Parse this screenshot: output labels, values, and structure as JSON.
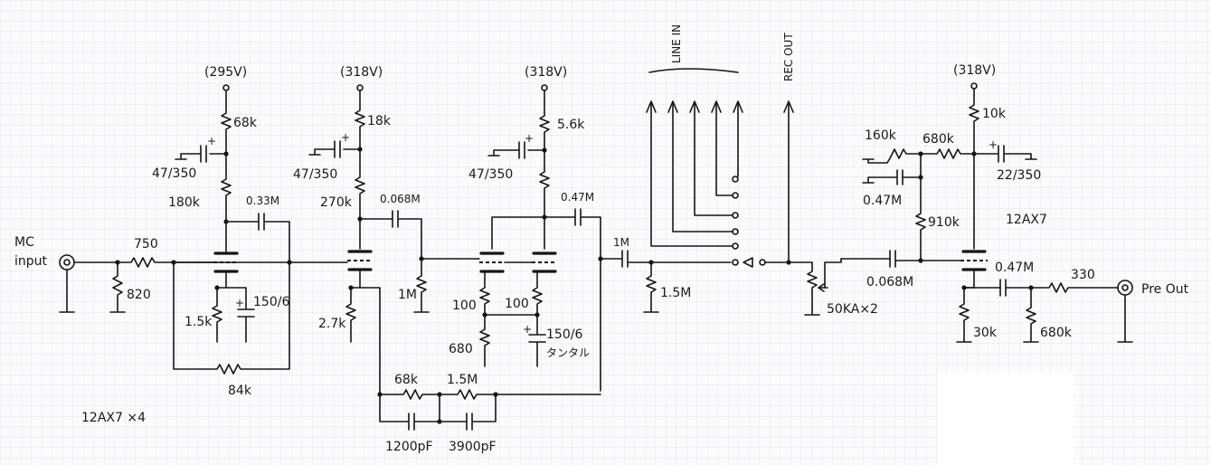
{
  "colors": {
    "paper": "#fbfbfd",
    "grid": "#d9dbe6",
    "ink": "#151515"
  },
  "supplies": [
    "(295V)",
    "(318V)",
    "(318V)",
    "(318V)"
  ],
  "stage1": {
    "plate_r": "68k",
    "decouple_c": "47/350",
    "plate_load": "180k",
    "coupling_c": "0.33M",
    "cathode_r": "1.5k",
    "cathode_c": "150/6",
    "feedback_r": "84k"
  },
  "stage2": {
    "plate_r": "18k",
    "decouple_c": "47/350",
    "plate_load": "270k",
    "coupling_c": "0.068M",
    "grid_r": "1M",
    "cathode_r": "2.7k"
  },
  "stage3": {
    "plate_r": "5.6k",
    "decouple_c": "47/350",
    "coupling_c": "0.47M",
    "cathode_r_a": "100",
    "cathode_r_b": "100",
    "cathode_r_common": "680",
    "cathode_c": "150/6",
    "cathode_c_note": "タンタル"
  },
  "feedback_net": {
    "r1": "68k",
    "r2": "1.5M",
    "c1": "1200pF",
    "c2": "3900pF"
  },
  "input": {
    "label_line1": "MC",
    "label_line2": "input",
    "series_r": "750",
    "shunt_r": "820"
  },
  "middle": {
    "coupling_c": "1M",
    "shunt_r": "1.5M",
    "line_in": "LINE IN",
    "rec_out": "REC OUT",
    "volume": "50KA×2"
  },
  "line_stage": {
    "supply": "(318V)",
    "r_160k": "160k",
    "r_680k": "680k",
    "r_10k": "10k",
    "c_22_350": "22/350",
    "c_047": "0.47M",
    "r_910k": "910k",
    "tube": "12AX7",
    "input_c": "0.068M",
    "output_c": "0.47M",
    "out_r": "330",
    "cathode_r": "30k",
    "shunt_r": "680k",
    "output_label": "Pre Out"
  },
  "tube_note": "12AX7 ×4"
}
